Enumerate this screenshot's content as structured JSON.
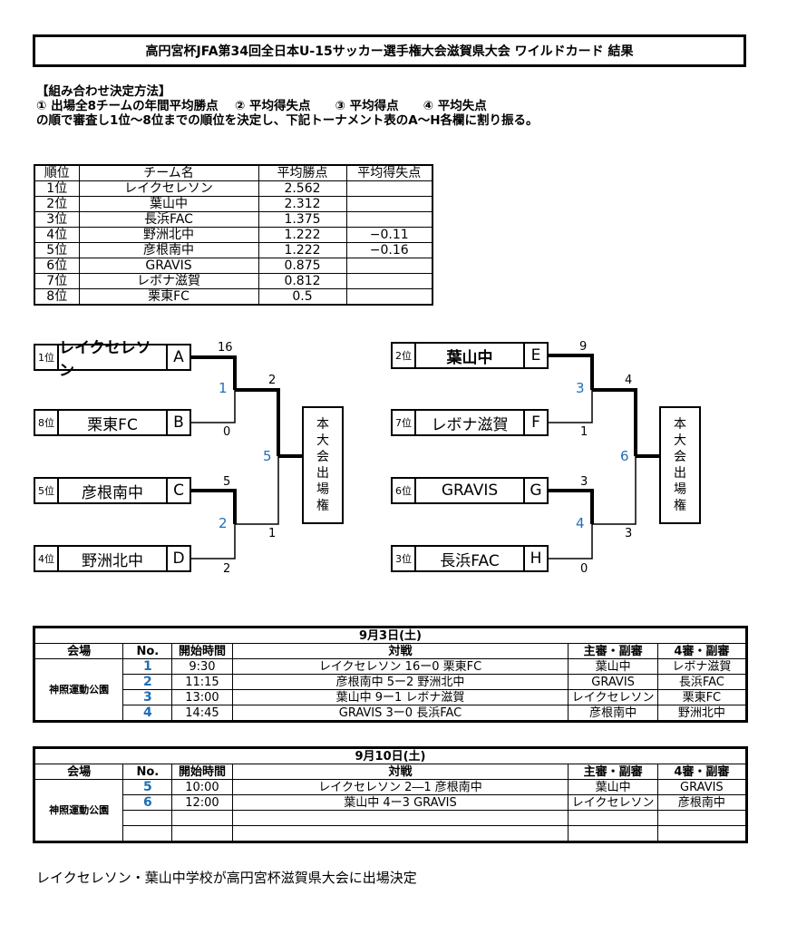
{
  "title": "高円宮杯JFA第34回全日本U-15サッカー選手権大会滋賀県大会 ワイルドカード 結果",
  "method": {
    "heading": "【組み合わせ決定方法】",
    "line1": "① 出場全8チームの年間平均勝点　 ② 平均得失点　　③ 平均得点　　④ 平均失点",
    "line2": "の順で審査し1位～8位までの順位を決定し、下記トーナメント表のA～H各欄に割り振る。"
  },
  "ranking": {
    "headers": [
      "順位",
      "チーム名",
      "平均勝点",
      "平均得失点"
    ],
    "rows": [
      [
        "1位",
        "レイクセレソン",
        "2.562",
        ""
      ],
      [
        "2位",
        "葉山中",
        "2.312",
        ""
      ],
      [
        "3位",
        "長浜FAC",
        "1.375",
        ""
      ],
      [
        "4位",
        "野洲北中",
        "1.222",
        "−0.11"
      ],
      [
        "5位",
        "彦根南中",
        "1.222",
        "−0.16"
      ],
      [
        "6位",
        "GRAVIS",
        "0.875",
        ""
      ],
      [
        "7位",
        "レボナ滋賀",
        "0.812",
        ""
      ],
      [
        "8位",
        "栗東FC",
        "0.5",
        ""
      ]
    ]
  },
  "bracket": {
    "left": [
      {
        "rank": "1位",
        "team": "レイクセレソン",
        "letter": "A",
        "score": "16"
      },
      {
        "rank": "8位",
        "team": "栗東FC",
        "letter": "B",
        "score": "0"
      },
      {
        "rank": "5位",
        "team": "彦根南中",
        "letter": "C",
        "score": "5"
      },
      {
        "rank": "4位",
        "team": "野洲北中",
        "letter": "D",
        "score": "2"
      }
    ],
    "right": [
      {
        "rank": "2位",
        "team": "葉山中",
        "letter": "E",
        "score": "9"
      },
      {
        "rank": "7位",
        "team": "レボナ滋賀",
        "letter": "F",
        "score": "1"
      },
      {
        "rank": "6位",
        "team": "GRAVIS",
        "letter": "G",
        "score": "3"
      },
      {
        "rank": "3位",
        "team": "長浜FAC",
        "letter": "H",
        "score": "0"
      }
    ],
    "left_matches": {
      "m1": "1",
      "m2": "2",
      "m5": "5",
      "m1_score": "2",
      "m2_score": "1"
    },
    "right_matches": {
      "m3": "3",
      "m4": "4",
      "m6": "6",
      "m3_score": "4",
      "m4_score": "3"
    },
    "final_box": [
      "本",
      "大",
      "会",
      "出",
      "場",
      "権"
    ]
  },
  "schedule1": {
    "date": "9月3日(土)",
    "headers": [
      "会場",
      "No.",
      "開始時間",
      "対戦",
      "主審・副審",
      "4審・副審"
    ],
    "venue": "神照運動公園",
    "rows": [
      [
        "1",
        "9:30",
        "レイクセレソン 16ー0 栗東FC",
        "葉山中",
        "レボナ滋賀"
      ],
      [
        "2",
        "11:15",
        "彦根南中 5ー2 野洲北中",
        "GRAVIS",
        "長浜FAC"
      ],
      [
        "3",
        "13:00",
        "葉山中 9ー1 レボナ滋賀",
        "レイクセレソン",
        "栗東FC"
      ],
      [
        "4",
        "14:45",
        "GRAVIS 3ー0 長浜FAC",
        "彦根南中",
        "野洲北中"
      ]
    ]
  },
  "schedule2": {
    "date": "9月10日(土)",
    "headers": [
      "会場",
      "No.",
      "開始時間",
      "対戦",
      "主審・副審",
      "4審・副審"
    ],
    "venue": "神照運動公園",
    "rows": [
      [
        "5",
        "10:00",
        "レイクセレソン 2―1 彦根南中",
        "葉山中",
        "GRAVIS"
      ],
      [
        "6",
        "12:00",
        "葉山中 4ー3 GRAVIS",
        "レイクセレソン",
        "彦根南中"
      ],
      [
        "",
        "",
        "",
        "",
        ""
      ],
      [
        "",
        "",
        "",
        "",
        ""
      ]
    ]
  },
  "footer": "レイクセレソン・葉山中学校が高円宮杯滋賀県大会に出場決定"
}
